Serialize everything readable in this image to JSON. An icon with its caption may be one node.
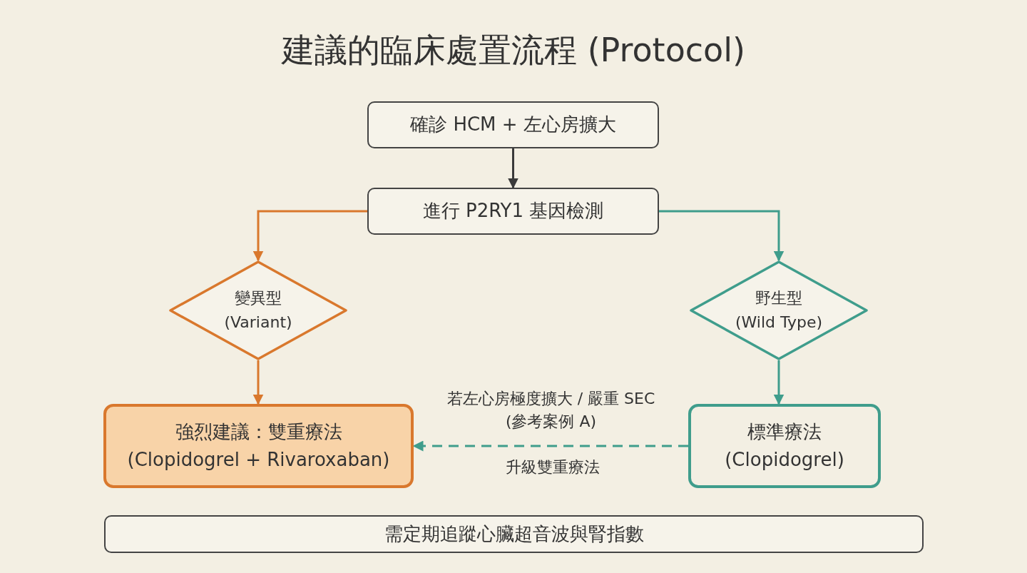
{
  "diagram": {
    "title": "建議的臨床處置流程 (Protocol)",
    "nodes": [
      {
        "text": [
          "確診 HCM + 左心房擴大"
        ]
      },
      {
        "text": [
          "進行 P2RY1 基因檢測"
        ]
      },
      {
        "text": [
          "變異型",
          "(Variant)"
        ]
      },
      {
        "text": [
          "野生型",
          "(Wild Type)"
        ]
      },
      {
        "text": [
          "強烈建議：雙重療法",
          "(Clopidogrel + Rivaroxaban)"
        ]
      },
      {
        "text": [
          "標準療法",
          "(Clopidogrel)"
        ]
      },
      {
        "text": [
          "需定期追蹤心臟超音波與腎指數"
        ]
      }
    ],
    "edges": [
      {
        "from": 0,
        "to": 1,
        "arrow": "to",
        "color": "#3a3a3a"
      },
      {
        "from": 1,
        "to": 2,
        "arrow": "to",
        "color": "#d9782d"
      },
      {
        "from": 1,
        "to": 3,
        "arrow": "to",
        "color": "#3f9d8c"
      },
      {
        "from": 2,
        "to": 4,
        "arrow": "to",
        "color": "#d9782d"
      },
      {
        "from": 3,
        "to": 5,
        "arrow": "to",
        "color": "#3f9d8c"
      },
      {
        "from": 5,
        "to": 4,
        "arrow": "to",
        "style": "dashed",
        "color": "#3f9d8c",
        "label": "若左心房極度擴大 / 嚴重 SEC (參考案例 A)"
      }
    ],
    "labels": [
      "升級雙重療法"
    ]
  }
}
